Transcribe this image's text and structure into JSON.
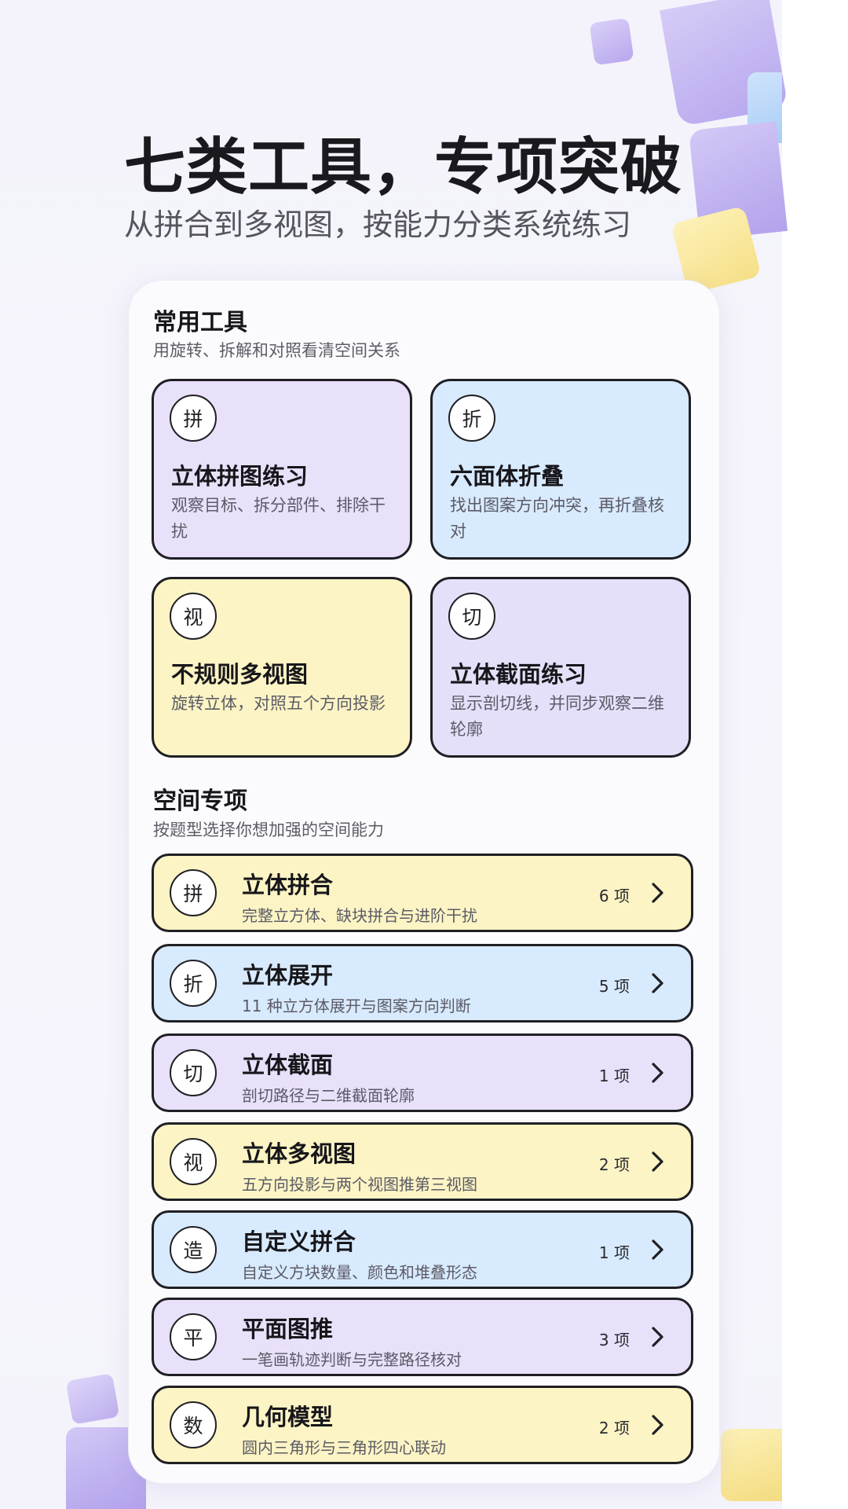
{
  "header": {
    "title": "七类工具，专项突破",
    "subtitle": "从拼合到多视图，按能力分类系统练习"
  },
  "common_tools": {
    "title": "常用工具",
    "subtitle": "用旋转、拆解和对照看清空间关系",
    "cards": [
      {
        "badge": "拼",
        "title": "立体拼图练习",
        "desc": "观察目标、拆分部件、排除干扰",
        "color": "#e9e0fa"
      },
      {
        "badge": "折",
        "title": "六面体折叠",
        "desc": "找出图案方向冲突，再折叠核对",
        "color": "#d8eafd"
      },
      {
        "badge": "视",
        "title": "不规则多视图",
        "desc": "旋转立体，对照五个方向投影",
        "color": "#fcf4c4"
      },
      {
        "badge": "切",
        "title": "立体截面练习",
        "desc": "显示剖切线，并同步观察二维轮廓",
        "color": "#e5e0fa"
      }
    ]
  },
  "spatial_topics": {
    "title": "空间专项",
    "subtitle": "按题型选择你想加强的空间能力",
    "items": [
      {
        "badge": "拼",
        "title": "立体拼合",
        "desc": "完整立方体、缺块拼合与进阶干扰",
        "count": "6 项",
        "color": "#fcf4c4"
      },
      {
        "badge": "折",
        "title": "立体展开",
        "desc": "11 种立方体展开与图案方向判断",
        "count": "5 项",
        "color": "#d8eafd"
      },
      {
        "badge": "切",
        "title": "立体截面",
        "desc": "剖切路径与二维截面轮廓",
        "count": "1 项",
        "color": "#e9e0fa"
      },
      {
        "badge": "视",
        "title": "立体多视图",
        "desc": "五方向投影与两个视图推第三视图",
        "count": "2 项",
        "color": "#fcf4c4"
      },
      {
        "badge": "造",
        "title": "自定义拼合",
        "desc": "自定义方块数量、颜色和堆叠形态",
        "count": "1 项",
        "color": "#d8eafd"
      },
      {
        "badge": "平",
        "title": "平面图推",
        "desc": "一笔画轨迹判断与完整路径核对",
        "count": "3 项",
        "color": "#e9e0fa"
      },
      {
        "badge": "数",
        "title": "几何模型",
        "desc": "圆内三角形与三角形四心联动",
        "count": "2 项",
        "color": "#fcf4c4"
      }
    ]
  },
  "icons": {
    "chevron": "chevron-right-icon",
    "decoration": "cube-decoration"
  }
}
